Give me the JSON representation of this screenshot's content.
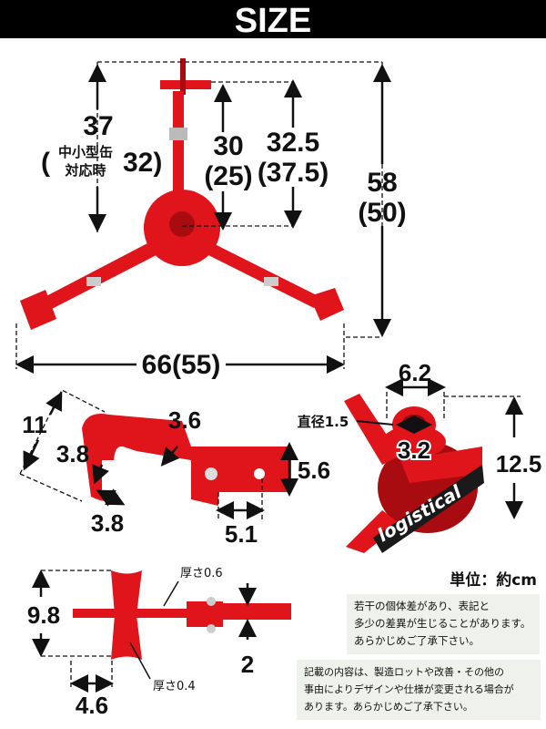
{
  "header": {
    "title": "SIZE"
  },
  "colors": {
    "product_red": "#e0141b",
    "header_bg": "#000000",
    "note_bg": "#eef1ec"
  },
  "top_view": {
    "height_full": "37",
    "height_small_can_note_line1": "中小型缶",
    "height_small_can_note_line2": "対応時",
    "height_small_can_value": "32)",
    "height_small_can_open": "(",
    "inner_a": "30",
    "inner_a_alt": "(25)",
    "inner_b": "32.5",
    "inner_b_alt": "(37.5)",
    "total_height": "58",
    "total_height_alt": "(50)",
    "total_width": "66(55)"
  },
  "hook_view": {
    "length": "11",
    "thickness": "3.6",
    "inner_width": "3.8",
    "tip_width": "3.8",
    "bracket_height": "5.6",
    "bracket_width": "5.1"
  },
  "center_view": {
    "ring_outer": "6.2",
    "diameter_label": "直径1.5",
    "ring_inner": "3.2",
    "height": "12.5",
    "logo_text": "logistical"
  },
  "plate_view": {
    "plate_height": "9.8",
    "thickness_top": "厚さ0.6",
    "bar_thickness": "2",
    "plate_width": "4.6",
    "thickness_bottom": "厚さ0.4"
  },
  "unit": "単位：約cm",
  "notes": [
    [
      "若干の個体差があり、表記と",
      "多少の差異が生じることがあります。",
      "あらかじめご了承下さい。"
    ],
    [
      "記載の内容は、製造ロットや改善・その他の",
      "事由によりデザインや仕様が変更される場合が",
      "あります。あらかじめご了承下さい。"
    ]
  ]
}
